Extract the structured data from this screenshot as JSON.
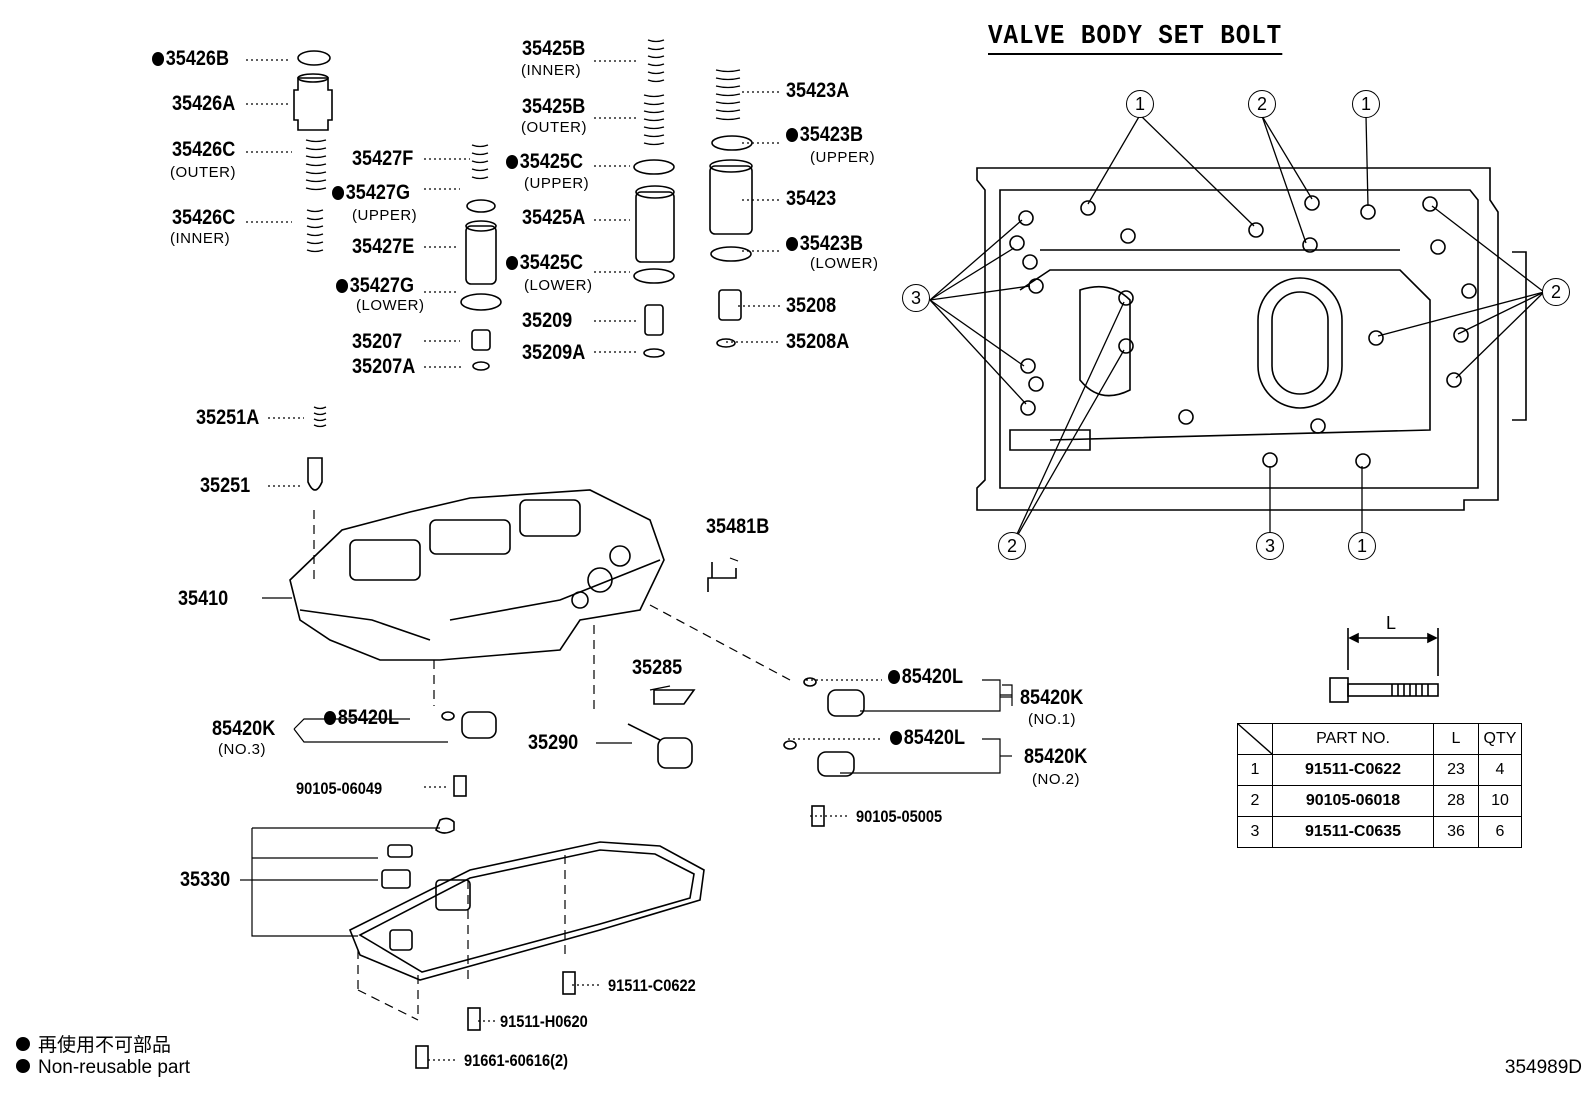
{
  "valve_body_title": "VALVE BODY SET BOLT",
  "parts": {
    "p35426B": "35426B",
    "p35426A": "35426A",
    "p35426C_outer": "35426C",
    "p35426C_outer_sub": "(OUTER)",
    "p35426C_inner": "35426C",
    "p35426C_inner_sub": "(INNER)",
    "p35427F": "35427F",
    "p35427G_upper": "35427G",
    "p35427G_upper_sub": "(UPPER)",
    "p35427E": "35427E",
    "p35427G_lower": "35427G",
    "p35427G_lower_sub": "(LOWER)",
    "p35207": "35207",
    "p35207A": "35207A",
    "p35425B_inner": "35425B",
    "p35425B_inner_sub": "(INNER)",
    "p35425B_outer": "35425B",
    "p35425B_outer_sub": "(OUTER)",
    "p35425C_upper": "35425C",
    "p35425C_upper_sub": "(UPPER)",
    "p35425A": "35425A",
    "p35425C_lower": "35425C",
    "p35425C_lower_sub": "(LOWER)",
    "p35209": "35209",
    "p35209A": "35209A",
    "p35423A": "35423A",
    "p35423B_upper": "35423B",
    "p35423B_upper_sub": "(UPPER)",
    "p35423": "35423",
    "p35423B_lower": "35423B",
    "p35423B_lower_sub": "(LOWER)",
    "p35208": "35208",
    "p35208A": "35208A",
    "p35251A": "35251A",
    "p35251": "35251",
    "p35481B": "35481B",
    "p35410": "35410",
    "p35285": "35285",
    "p35290": "35290",
    "p85420L_1": "85420L",
    "p85420K_1": "85420K",
    "p85420K_1_sub": "(NO.1)",
    "p85420L_2": "85420L",
    "p85420K_2": "85420K",
    "p85420K_2_sub": "(NO.2)",
    "p85420K_3": "85420K",
    "p85420K_3_sub": "(NO.3)",
    "p85420L_3": "85420L",
    "p90105_06049": "90105-06049",
    "p90105_05005": "90105-05005",
    "p35330": "35330",
    "p91511_C0622": "91511-C0622",
    "p91511_H0620": "91511-H0620",
    "p91661_60616": "91661-60616(2)"
  },
  "bolt_callouts": {
    "one": "1",
    "two": "2",
    "three": "3"
  },
  "bolt_dimension_label": "L",
  "bolt_table": {
    "headers": [
      "",
      "PART NO.",
      "L",
      "QTY"
    ],
    "rows": [
      {
        "no": "1",
        "part": "91511-C0622",
        "l": "23",
        "qty": "4"
      },
      {
        "no": "2",
        "part": "90105-06018",
        "l": "28",
        "qty": "10"
      },
      {
        "no": "3",
        "part": "91511-C0635",
        "l": "36",
        "qty": "6"
      }
    ]
  },
  "legend": {
    "jp": "再使用不可部品",
    "en": "Non-reusable part"
  },
  "drawing_number": "354989D"
}
